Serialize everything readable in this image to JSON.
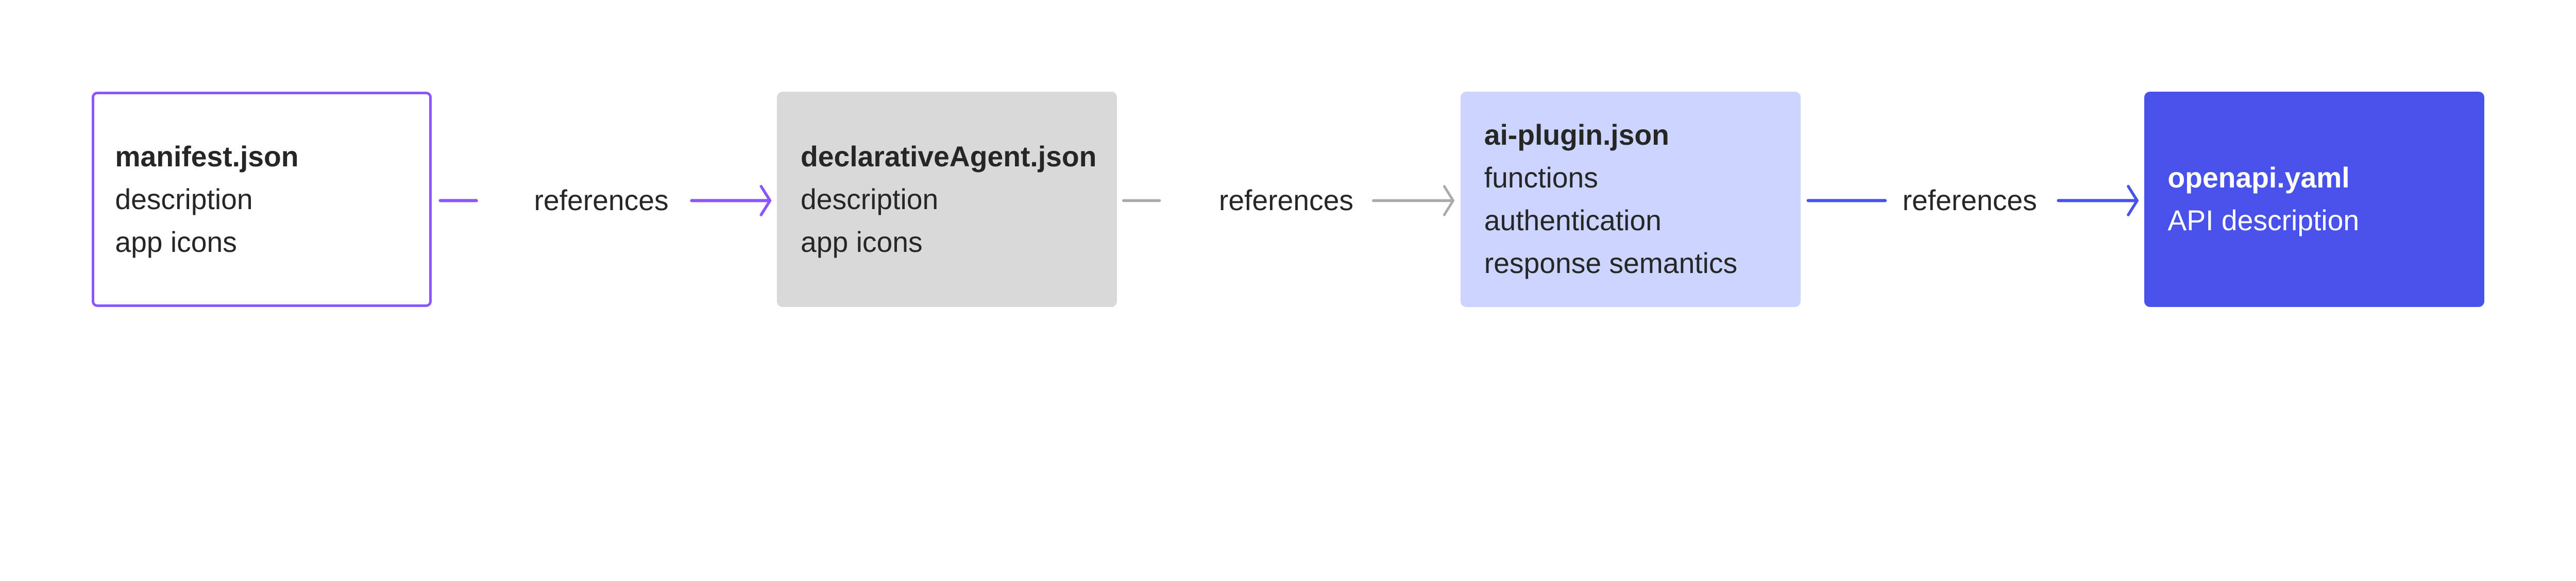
{
  "nodes": [
    {
      "title": "manifest.json",
      "lines": [
        "description",
        "app icons"
      ],
      "color": "#8b55ff",
      "style": "outlined"
    },
    {
      "title": "declarativeAgent.json",
      "lines": [
        "description",
        "app icons"
      ],
      "color": "#d9d9d9",
      "style": "filled"
    },
    {
      "title": "ai-plugin.json",
      "lines": [
        "functions",
        "authentication",
        "response semantics"
      ],
      "color": "#ccd5ff",
      "style": "filled"
    },
    {
      "title": "openapi.yaml",
      "lines": [
        "API description"
      ],
      "color": "#4852eb",
      "style": "filled"
    }
  ],
  "edges": [
    {
      "from": "manifest.json",
      "to": "declarativeAgent.json",
      "label": "references",
      "color": "#8b55ff"
    },
    {
      "from": "declarativeAgent.json",
      "to": "ai-plugin.json",
      "label": "references",
      "color": "#aaaaaa"
    },
    {
      "from": "ai-plugin.json",
      "to": "openapi.yaml",
      "label": "references",
      "color": "#4852eb"
    }
  ]
}
